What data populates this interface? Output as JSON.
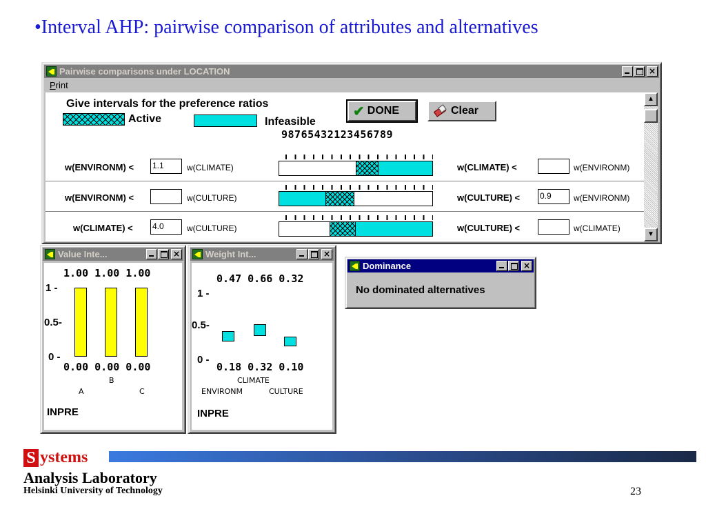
{
  "slide": {
    "title": "•Interval AHP: pairwise comparison of attributes and alternatives"
  },
  "main_window": {
    "title": "Pairwise comparisons under LOCATION",
    "menu": {
      "print_first": "P",
      "print_rest": "rint"
    },
    "instruction": "Give intervals for the preference ratios",
    "legend": {
      "active": "Active",
      "infeasible": "Infeasible"
    },
    "done_label": "DONE",
    "clear_label": "Clear",
    "scale_numbers": "98765432123456789",
    "rows": [
      {
        "left_label": "w(ENVIRONM) <",
        "left_value": "1.1",
        "left_target": "w(CLIMATE)",
        "right_label": "w(CLIMATE) <",
        "right_value": "",
        "right_target": "w(ENVIRONM)",
        "infeasible_range": [
          0.5,
          1.0
        ],
        "active_range": [
          0.5,
          0.65
        ]
      },
      {
        "left_label": "w(ENVIRONM) <",
        "left_value": "",
        "left_target": "w(CULTURE)",
        "right_label": "w(CULTURE) <",
        "right_value": "0.9",
        "right_target": "w(ENVIRONM)",
        "infeasible_range": [
          0.0,
          0.49
        ],
        "active_range": [
          0.3,
          0.49
        ]
      },
      {
        "left_label": "w(CLIMATE) <",
        "left_value": "4.0",
        "left_target": "w(CULTURE)",
        "right_label": "w(CULTURE) <",
        "right_value": "",
        "right_target": "w(CLIMATE)",
        "infeasible_range": [
          0.33,
          1.0
        ],
        "active_range": [
          0.33,
          0.5
        ]
      }
    ]
  },
  "value_window": {
    "title": "Value Inte...",
    "upper_values": "1.00 1.00 1.00",
    "lower_values": "0.00 0.00 0.00",
    "axis": {
      "one": "1 -",
      "half": "0.5-",
      "zero": "0 -"
    },
    "alternatives": [
      "A",
      "B",
      "C"
    ],
    "footer": "INPRE",
    "bars": [
      {
        "low": 0.0,
        "high": 1.0
      },
      {
        "low": 0.0,
        "high": 1.0
      },
      {
        "low": 0.0,
        "high": 1.0
      }
    ]
  },
  "weight_window": {
    "title": "Weight Int...",
    "upper_values": "0.47 0.66 0.32",
    "lower_values": "0.18 0.32 0.10",
    "axis": {
      "one": "1 -",
      "half": "0.5-",
      "zero": "0 -"
    },
    "attributes": [
      "ENVIRONM",
      "CLIMATE",
      "CULTURE"
    ],
    "footer": "INPRE",
    "boxes": [
      {
        "low": 0.18,
        "high": 0.47
      },
      {
        "low": 0.32,
        "high": 0.66
      },
      {
        "low": 0.1,
        "high": 0.32
      }
    ]
  },
  "dominance_window": {
    "title": "Dominance",
    "message": "No dominated alternatives"
  },
  "footer": {
    "logo_letter": "S",
    "logo_rest": "ystems",
    "lab": "Analysis Laboratory",
    "university": "Helsinki University of Technology",
    "page": "23"
  },
  "colors": {
    "cyan": "#00e0e0",
    "yellow": "#ffff00",
    "title_blue": "#1a1ad0",
    "logo_red": "#d01010"
  }
}
